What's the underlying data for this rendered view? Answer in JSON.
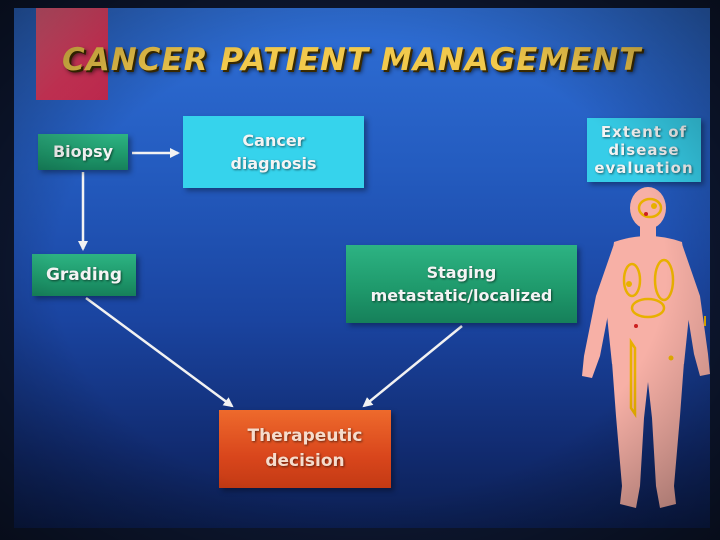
{
  "title": "CANCER PATIENT MANAGEMENT",
  "boxes": {
    "biopsy": "Biopsy",
    "grading": "Grading",
    "cancer_diagnosis_line1": "Cancer",
    "cancer_diagnosis_line2": "diagnosis",
    "staging_line1": "Staging",
    "staging_line2": "metastatic/localized",
    "therapeutic_line1": "Therapeutic",
    "therapeutic_line2": "decision",
    "extent_line1": "Extent of",
    "extent_line2": "disease",
    "extent_line3": "evaluation"
  },
  "colors": {
    "title": "#f2c94c",
    "green_box": "#1f9a6c",
    "cyan_box": "#36d3ec",
    "orange_box": "#d9461c",
    "body_figure": "#f7b0a6",
    "accent_block": "#e83a62"
  },
  "icons": [
    "human-body-figure-icon"
  ]
}
